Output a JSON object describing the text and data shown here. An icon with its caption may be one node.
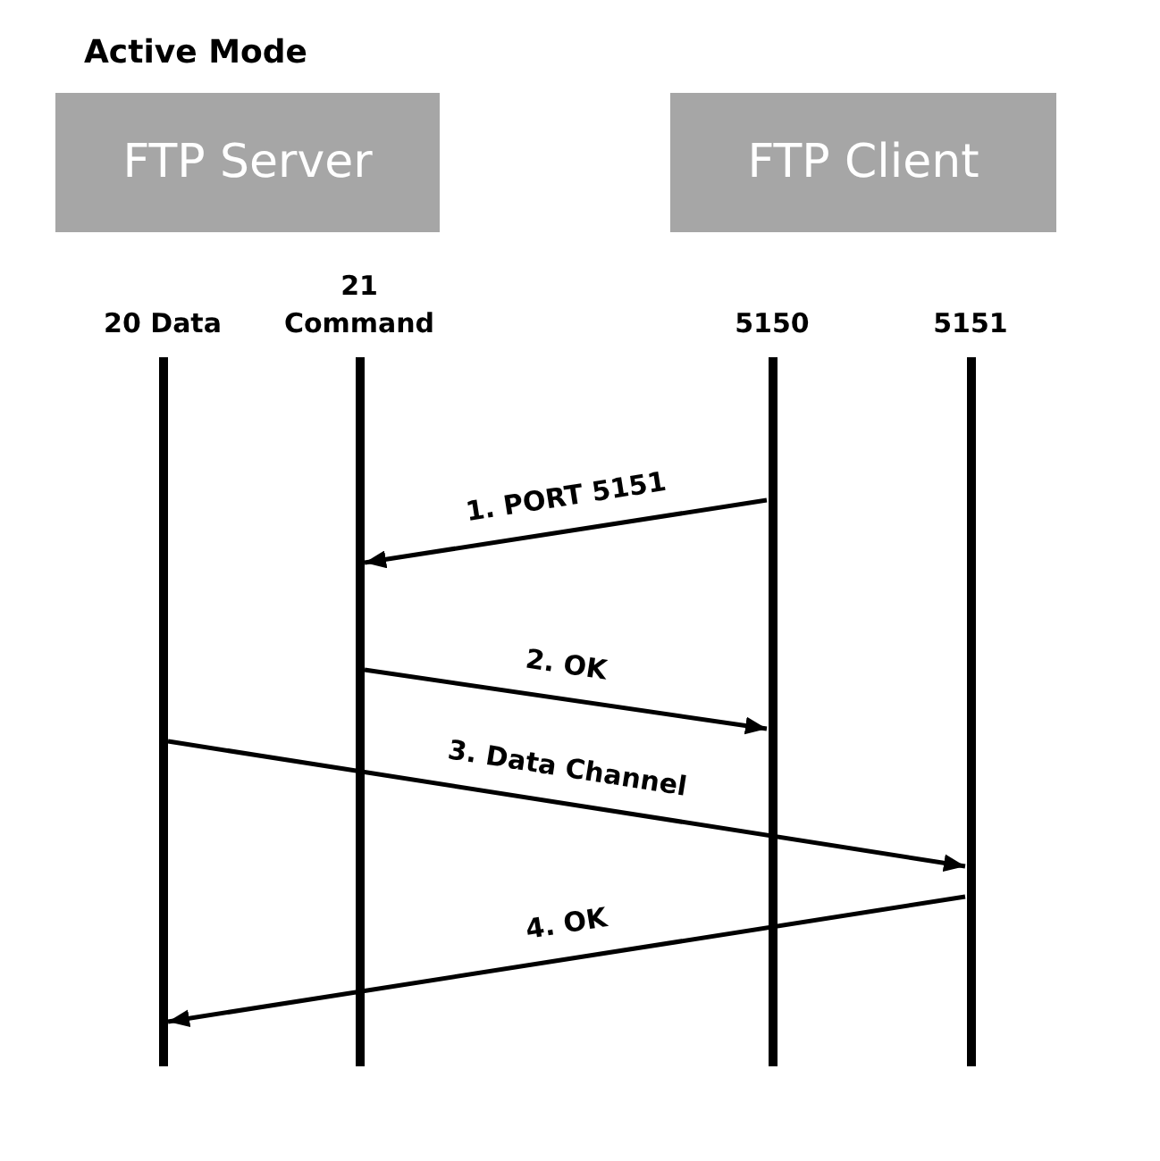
{
  "diagram": {
    "title": "Active Mode",
    "nodes": [
      {
        "text": [
          "FTP Server"
        ]
      },
      {
        "text": [
          "FTP Client"
        ]
      },
      {
        "text": [
          "20 Data"
        ]
      },
      {
        "text": [
          "21 Command"
        ]
      },
      {
        "text": [
          "5150"
        ]
      },
      {
        "text": [
          "5151"
        ]
      }
    ],
    "edges": [
      {
        "from": 4,
        "to": 3,
        "arrow": "to",
        "label": "1. PORT 5151"
      },
      {
        "from": 3,
        "to": 4,
        "arrow": "to",
        "label": "2. OK"
      },
      {
        "from": 2,
        "to": 5,
        "arrow": "to",
        "label": "3. Data Channel"
      },
      {
        "from": 5,
        "to": 2,
        "arrow": "to",
        "label": "4. OK"
      }
    ]
  }
}
